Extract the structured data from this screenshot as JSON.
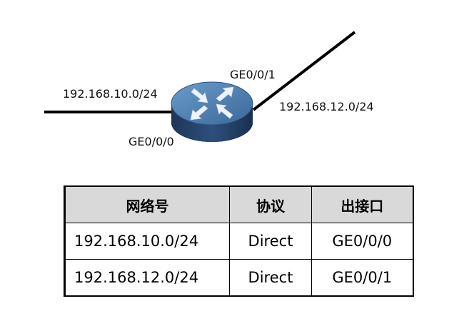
{
  "diagram": {
    "left_network": "192.168.10.0/24",
    "right_network": "192.168.12.0/24",
    "left_interface": "GE0/0/0",
    "right_interface": "GE0/0/1",
    "colors": {
      "router_top": "#4a7bb0",
      "router_body": "#233f66",
      "router_arrows": "#e8eef6",
      "link": "#000000"
    }
  },
  "table": {
    "headers": [
      "网络号",
      "协议",
      "出接口"
    ],
    "rows": [
      [
        "192.168.10.0/24",
        "Direct",
        "GE0/0/0"
      ],
      [
        "192.168.12.0/24",
        "Direct",
        "GE0/0/1"
      ]
    ],
    "header_bg": "#d9d9d9"
  }
}
